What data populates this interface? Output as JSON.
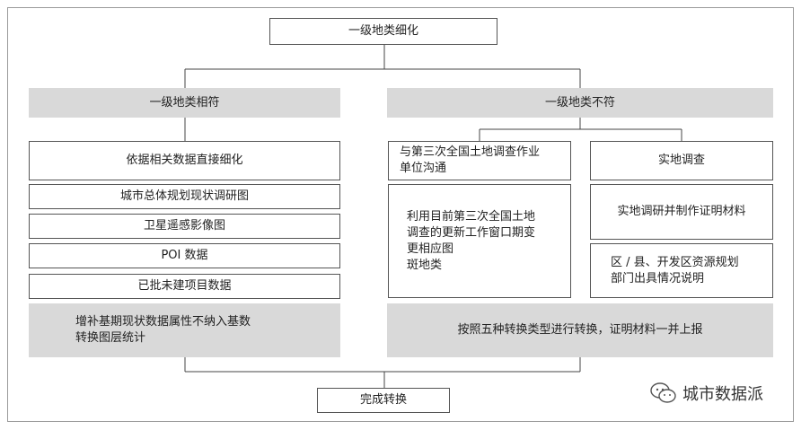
{
  "top": {
    "label": "一级地类细化"
  },
  "left": {
    "header": "一级地类相符",
    "main": "依据相关数据直接细化",
    "sources": [
      "城市总体规划现状调研图",
      "卫星遥感影像图",
      "POI 数据",
      "已批未建项目数据"
    ],
    "footer": "增补基期现状数据属性不纳入基数\n转换图层统计"
  },
  "right": {
    "header": "一级地类不符",
    "coord": "与第三次全国土地调查作业\n单位沟通",
    "field": "实地调查",
    "coord_detail": "利用目前第三次全国土地\n调查的更新工作窗口期变\n更相应图\n斑地类",
    "field_material": "实地调研并制作证明材料",
    "field_explain": "区 / 县、开发区资源规划\n部门出具情况说明",
    "footer": "按照五种转换类型进行转换，证明材料一并上报"
  },
  "bottom": {
    "label": "完成转换"
  },
  "watermark": {
    "text": "城市数据派",
    "icon": "wechat-icon"
  }
}
